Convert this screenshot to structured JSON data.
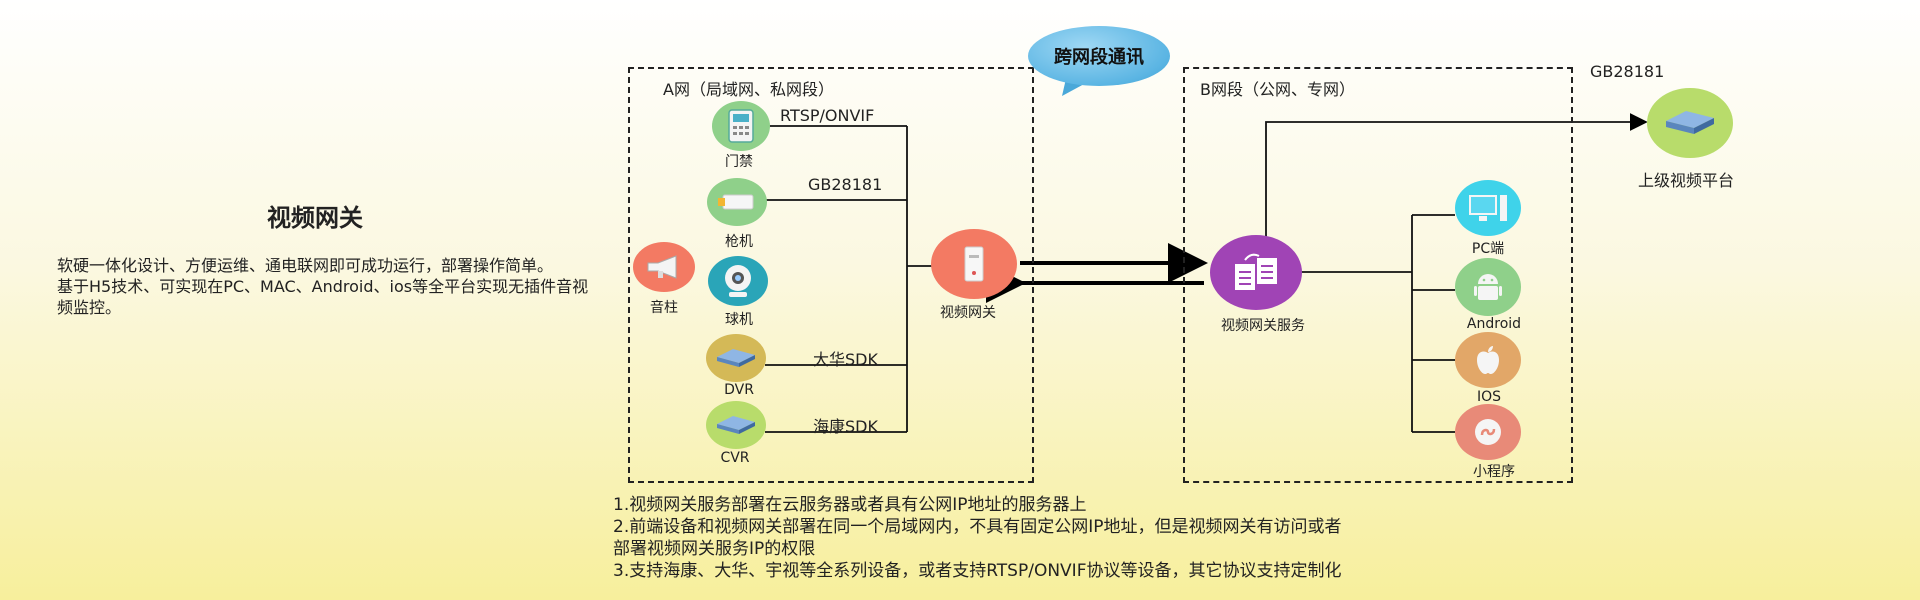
{
  "left": {
    "title": "视频网关",
    "desc": [
      "软硬一体化设计、方便运维、通电联网即可成功运行，部署操作简单。",
      "基于H5技术、可实现在PC、MAC、Android、ios等全平台实现无插件音视频监控。"
    ]
  },
  "bubble": "跨网段通讯",
  "zone_a": {
    "label": "A网（局域网、私网段）",
    "devices": {
      "access": "门禁",
      "gun": "枪机",
      "dome": "球机",
      "dvr": "DVR",
      "cvr": "CVR",
      "speaker": "音柱",
      "gateway": "视频网关"
    },
    "links": {
      "rtsp": "RTSP/ONVIF",
      "gb": "GB28181",
      "dahua": "大华SDK",
      "hik": "海康SDK"
    }
  },
  "zone_b": {
    "label": "B网段（公网、专网）",
    "service": "视频网关服务",
    "clients": {
      "pc": "PC端",
      "android": "Android",
      "ios": "IOS",
      "mini": "小程序"
    }
  },
  "upper": {
    "link": "GB28181",
    "label": "上级视频平台"
  },
  "notes": [
    "1.视频网关服务部署在云服务器或者具有公网IP地址的服务器上",
    "2.前端设备和视频网关部署在同一个局域网内，不具有固定公网IP地址，但是视频网关有访问或者",
    "部署视频网关服务IP的权限",
    "3.支持海康、大华、宇视等全系列设备，或者支持RTSP/ONVIF协议等设备，其它协议支持定制化"
  ],
  "colors": {
    "green": "#8fd08a",
    "teal": "#2aa5b8",
    "olive": "#d4b957",
    "coral": "#f37a63",
    "purple": "#a044b5",
    "cyan": "#3fd3ea",
    "brown": "#e2a768",
    "rose": "#e88a78",
    "lime": "#b8dc6b"
  }
}
